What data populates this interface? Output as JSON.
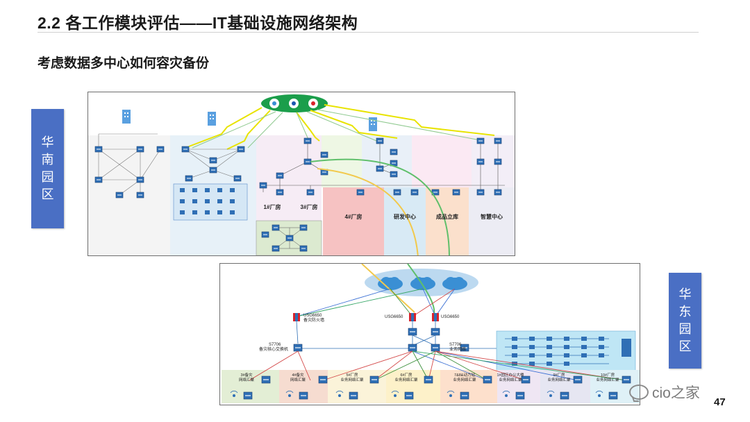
{
  "slide": {
    "title": "2.2 各工作模块评估——IT基础设施网络架构",
    "subtitle": "考虑数据多中心如何容灾备份",
    "page_number": "47",
    "watermark": "cio之家"
  },
  "regions": {
    "south": {
      "chars": [
        "华",
        "南",
        "园",
        "区"
      ],
      "color": "#4a6fc4"
    },
    "east": {
      "chars": [
        "华",
        "东",
        "园",
        "区"
      ],
      "color": "#4a6fc4"
    }
  },
  "south_diagram": {
    "zone_labels": [
      "1#厂房",
      "3#厂房",
      "4#厂房",
      "研发中心",
      "成品立库",
      "智慧中心"
    ]
  },
  "east_diagram": {
    "firewall_left": [
      "USG6650",
      "备灾防火墙"
    ],
    "firewall_mid": "USG6650",
    "firewall_right": "USG6650",
    "core_left": [
      "S7706",
      "备灾核心交换机"
    ],
    "core_right": "S7706",
    "core_right_sub": "业务网络",
    "bottom_groups": [
      [
        "3#备灾",
        "网络汇聚"
      ],
      [
        "4#备灾",
        "网络汇聚"
      ],
      [
        "5#厂房",
        "业务网络汇聚"
      ],
      [
        "6#厂房",
        "业务网络汇聚"
      ],
      [
        "7&8&动力站",
        "业务网络汇聚"
      ],
      [
        "1#园区办公大楼",
        "业务网络汇聚"
      ],
      [
        "9#厂房",
        "业务网络汇聚"
      ],
      [
        "10#厂房",
        "业务网络汇聚"
      ]
    ]
  },
  "colors": {
    "accent_blue": "#4a6fc4",
    "cloud_green": "#1b9e4b",
    "link_green": "#5fbf6a",
    "link_yellow": "#f2c94c",
    "switch_blue": "#2f6fb5"
  }
}
